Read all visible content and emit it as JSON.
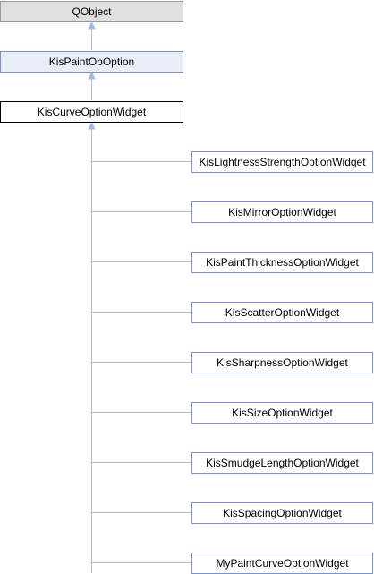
{
  "diagram": {
    "root": {
      "label": "QObject"
    },
    "parent": {
      "label": "KisPaintOpOption"
    },
    "focus": {
      "label": "KisCurveOptionWidget"
    },
    "children": [
      {
        "label": "KisLightnessStrengthOptionWidget"
      },
      {
        "label": "KisMirrorOptionWidget"
      },
      {
        "label": "KisPaintThicknessOptionWidget"
      },
      {
        "label": "KisScatterOptionWidget"
      },
      {
        "label": "KisSharpnessOptionWidget"
      },
      {
        "label": "KisSizeOptionWidget"
      },
      {
        "label": "KisSmudgeLengthOptionWidget"
      },
      {
        "label": "KisSpacingOptionWidget"
      },
      {
        "label": "MyPaintCurveOptionWidget"
      }
    ],
    "colors": {
      "root_fill": "#e0e0e0",
      "parent_fill": "#e8edf8",
      "node_border_blue": "#7b93c6",
      "edge": "#a7b9dd"
    }
  }
}
